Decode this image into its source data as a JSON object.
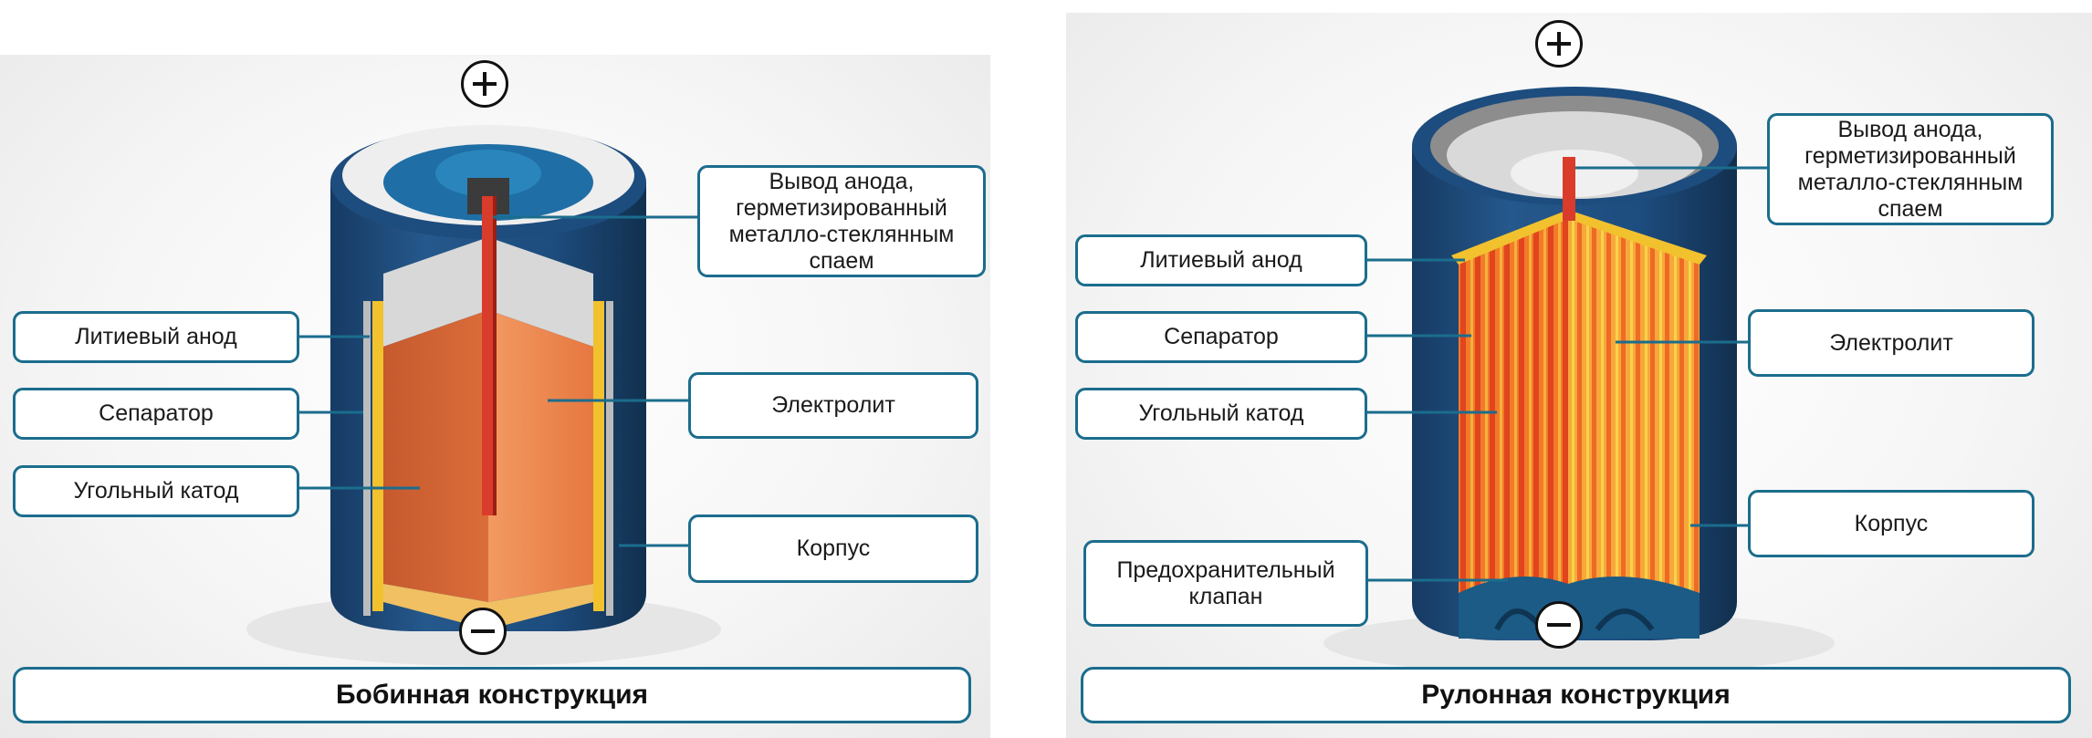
{
  "left": {
    "title": "Бобинная конструкция",
    "labels": {
      "anode_terminal": "Вывод анода,\nгерметизированный\nметалло-стеклянным\nспаем",
      "lithium_anode": "Литиевый анод",
      "separator": "Сепаратор",
      "carbon_cathode": "Угольный катод",
      "electrolyte": "Электролит",
      "case": "Корпус"
    }
  },
  "right": {
    "title": "Рулонная конструкция",
    "labels": {
      "anode_terminal": "Вывод анода,\nгерметизированный\nметалло-стеклянным\nспаем",
      "lithium_anode": "Литиевый анод",
      "separator": "Сепаратор",
      "carbon_cathode": "Угольный катод",
      "safety_valve": "Предохранительный\nклапан",
      "electrolyte": "Электролит",
      "case": "Корпус"
    }
  },
  "colors": {
    "callout_border": "#1b6d8d",
    "case_blue": "#1d4c7e",
    "cathode_orange": "#e67840",
    "separator_yellow": "#f2c12e",
    "terminal_red": "#d93c2a"
  },
  "icons": [
    "plus-sign-icon",
    "minus-sign-icon"
  ]
}
